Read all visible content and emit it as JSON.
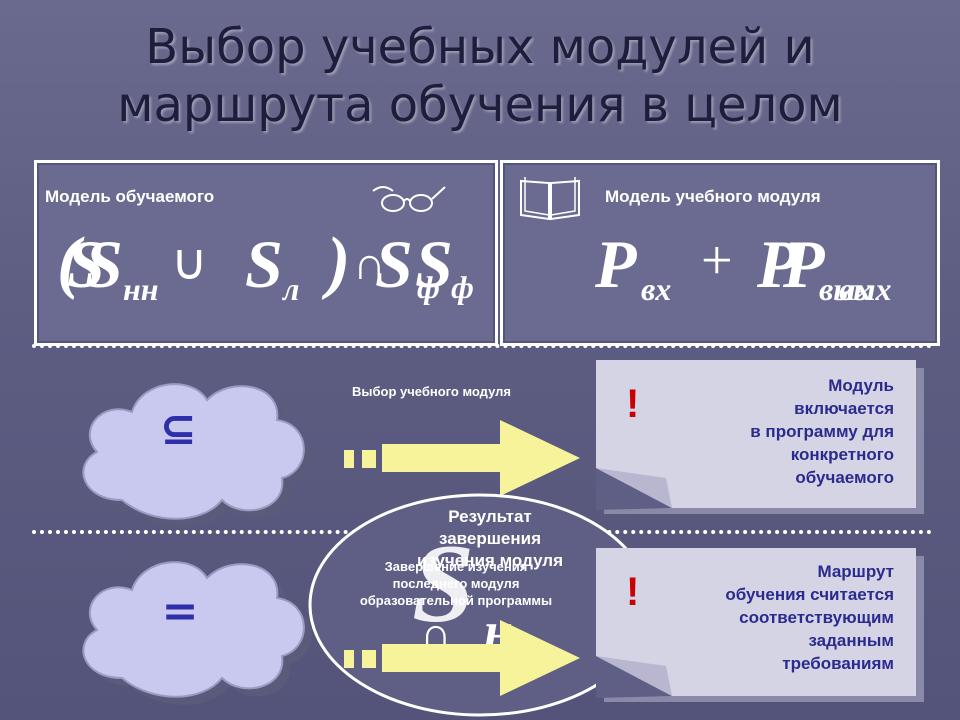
{
  "title": {
    "line1": "Выбор учебных модулей и",
    "line2": "маршрута обучения в целом"
  },
  "left_panel": {
    "label": "Модель обучаемого",
    "icon": "glasses-icon",
    "formula": {
      "paren_open": "(",
      "s1": "S",
      "s1_overlay": "S",
      "sub1": "нн",
      "union": "∪",
      "s2": "S",
      "sub2": "л",
      "paren_close": ")",
      "intersect": "∩",
      "s3": "S",
      "s3_overlay": "S",
      "sub3": "ф",
      "sub3_overlay": "ф"
    }
  },
  "right_panel": {
    "label": "Модель учебного модуля",
    "icon": "book-icon",
    "formula": {
      "p1": "P",
      "sub1": "вх",
      "plus": "+",
      "p2": "P",
      "p2_overlay": "P",
      "sub2": "вых",
      "sub2_overlay": "вых"
    }
  },
  "row1": {
    "symbol": "⊆",
    "arrow_label": "Выбор учебного модуля",
    "exclamation": "!",
    "note_lines": [
      "Модуль",
      "включается",
      "в программу для",
      "конкретного",
      "обучаемого"
    ]
  },
  "row2": {
    "symbol": "=",
    "ellipse": {
      "heading_lines": [
        "Результат",
        "завершения",
        "изучения модуля"
      ],
      "caption_lines": [
        "Завершение изучения",
        "последнего модуля",
        "образовательной программы"
      ],
      "big_s": "S",
      "cap": "∩",
      "sub": "н"
    },
    "exclamation": "!",
    "note_lines": [
      "Маршрут",
      "обучения считается",
      "соответствующим",
      "заданным",
      "требованиям"
    ]
  },
  "colors": {
    "background": "#5f5f85",
    "panel": "#6b6b91",
    "cloud": "#c9c8ee",
    "arrow": "#f7f39a",
    "note": "#d5d4e4",
    "note_text": "#2b2b8f",
    "exclamation": "#cc0000",
    "symbol": "#2f2faa"
  }
}
